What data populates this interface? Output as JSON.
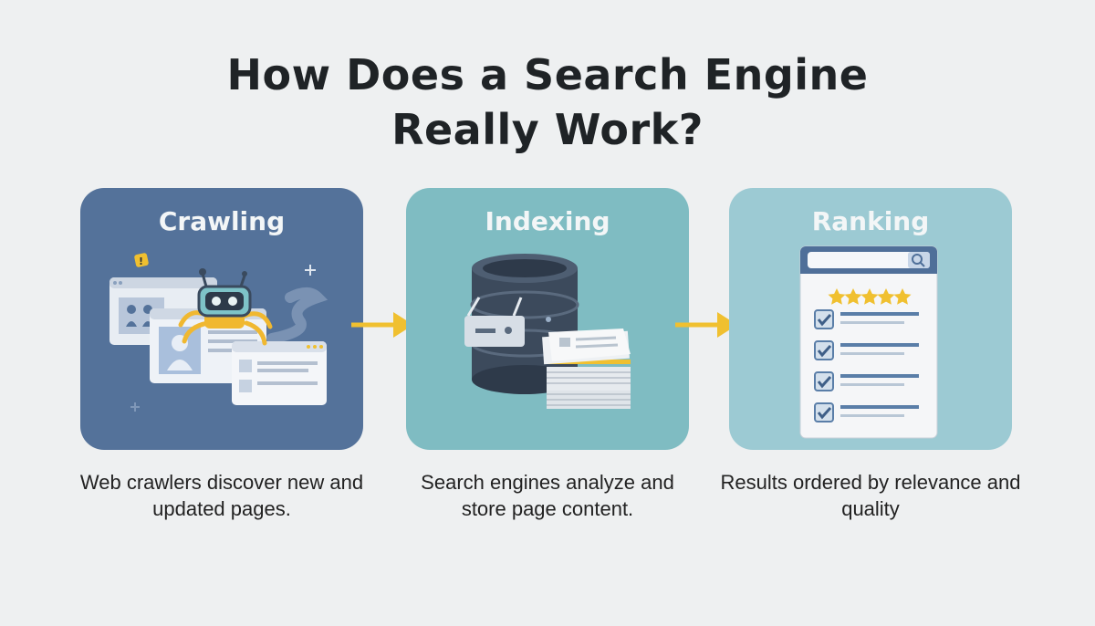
{
  "title": {
    "line1": "How Does a Search Engine",
    "line2": "Really Work?"
  },
  "steps": [
    {
      "label": "Crawling",
      "description": "Web crawlers discover new and updated pages.",
      "color": "#54729a",
      "icon": "robot-crawler-icon"
    },
    {
      "label": "Indexing",
      "description": "Search engines analyze and store page content.",
      "color": "#7fbcc2",
      "icon": "database-icon"
    },
    {
      "label": "Ranking",
      "description": "Results ordered by relevance and quality",
      "color": "#9ccad3",
      "icon": "ranked-results-icon"
    }
  ],
  "colors": {
    "arrow": "#f0c030",
    "star": "#f0c030",
    "check": "#5a7ea8"
  }
}
